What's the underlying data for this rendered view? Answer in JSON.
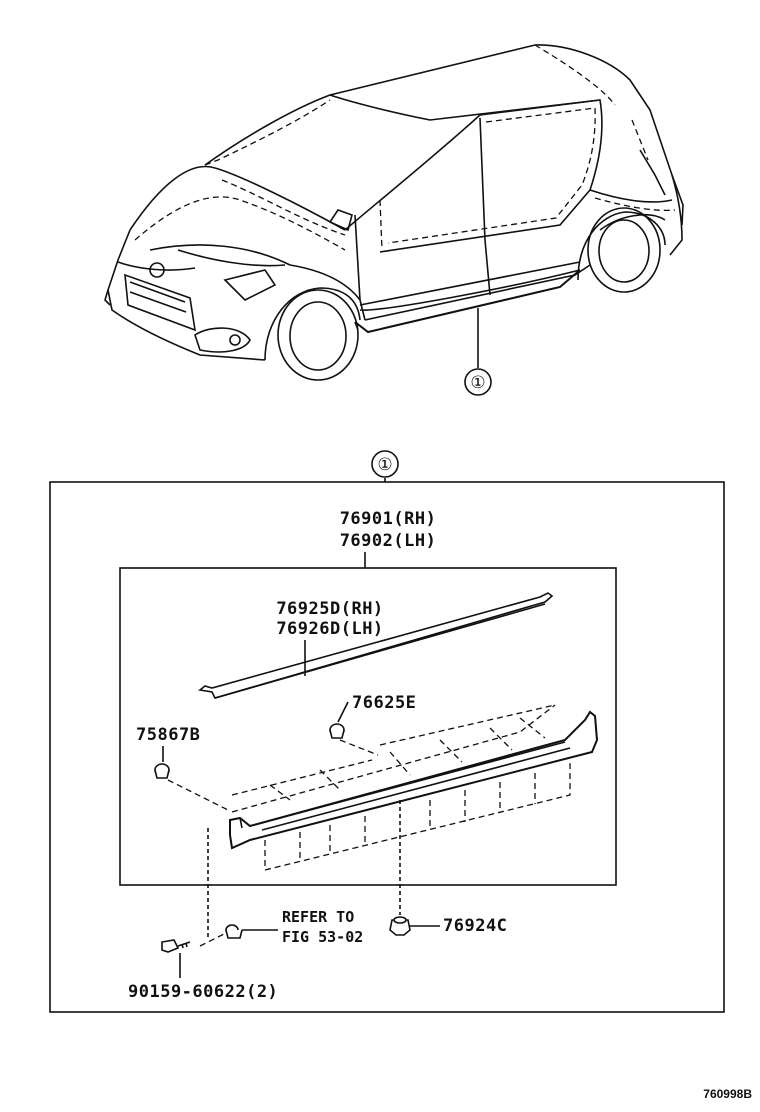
{
  "diagram": {
    "callout_symbol": "①",
    "labels": {
      "assembly_rh": "76901(RH)",
      "assembly_lh": "76902(LH)",
      "moulding_rh": "76925D(RH)",
      "moulding_lh": "76926D(LH)",
      "clip_top": "76625E",
      "clip_left": "75867B",
      "nut": "76924C",
      "refer_line1": "REFER TO",
      "refer_line2": "FIG 53-02",
      "screw": "90159-60622(2)"
    },
    "figure_code": "760998B"
  }
}
